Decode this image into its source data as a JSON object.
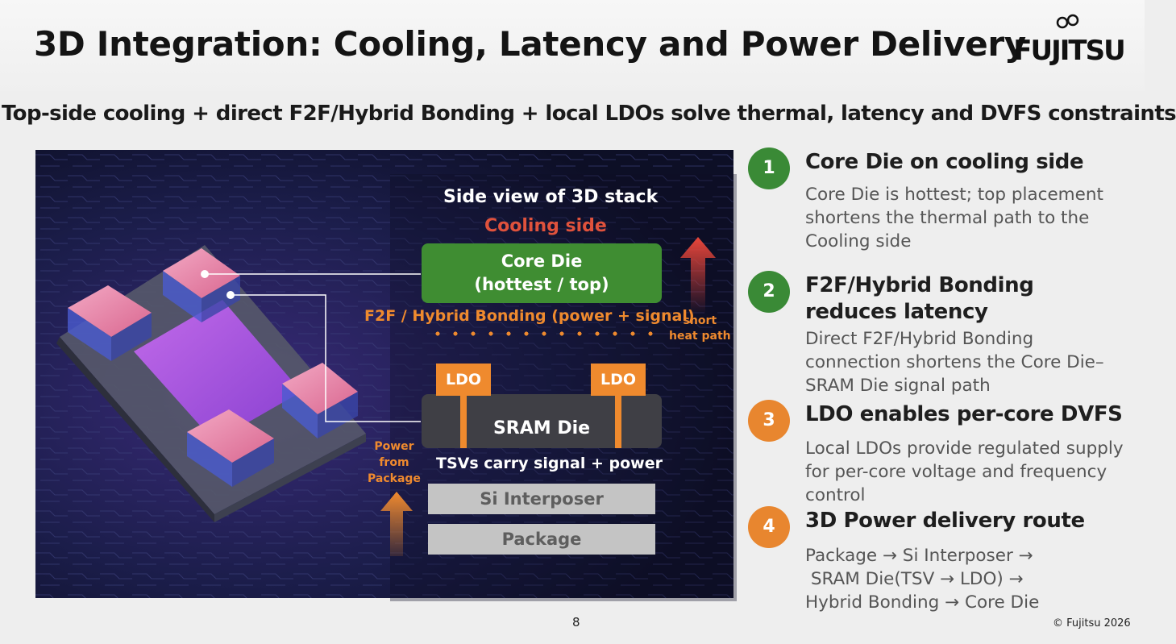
{
  "slide": {
    "title": "3D Integration: Cooling, Latency and Power Delivery",
    "subtitle": "Top-side cooling + direct F2F/Hybrid Bonding + local LDOs solve thermal, latency and DVFS constraints",
    "logo_text": "FUJITSU",
    "page_number": "8",
    "copyright": "© Fujitsu 2026"
  },
  "figure": {
    "side_view_title": "Side view of 3D stack",
    "cooling_side": "Cooling side",
    "core_die_line1": "Core Die",
    "core_die_line2": "(hottest / top)",
    "bonding": "F2F / Hybrid Bonding  (power + signal)",
    "short_heat_line1": "short",
    "short_heat_line2": "heat path",
    "ldo_left": "LDO",
    "ldo_right": "LDO",
    "sram_die": "SRAM Die",
    "tsvs": "TSVs carry signal + power",
    "power_line1": "Power",
    "power_line2": "from",
    "power_line3": "Package",
    "si_interposer": "Si Interposer",
    "package": "Package"
  },
  "points": [
    {
      "number": "1",
      "color": "green",
      "heading": "Core Die on cooling side",
      "body": "Core Die is hottest; top placement shortens the thermal path to the Cooling side"
    },
    {
      "number": "2",
      "color": "green",
      "heading": "F2F/Hybrid Bonding reduces latency",
      "body": "Direct F2F/Hybrid Bonding connection shortens the Core Die–SRAM Die signal path"
    },
    {
      "number": "3",
      "color": "orange",
      "heading": "LDO enables per-core DVFS",
      "body": "Local LDOs provide regulated supply for per-core voltage and frequency control"
    },
    {
      "number": "4",
      "color": "orange",
      "heading": "3D Power delivery route",
      "body_lines": [
        "Package → Si Interposer →",
        " SRAM Die(TSV → LDO) →",
        "Hybrid Bonding → Core Die"
      ]
    }
  ],
  "colors": {
    "green": "#3a8a36",
    "orange": "#e8862f",
    "core_die": "#3f8d32",
    "heat_red": "#e0523c"
  }
}
